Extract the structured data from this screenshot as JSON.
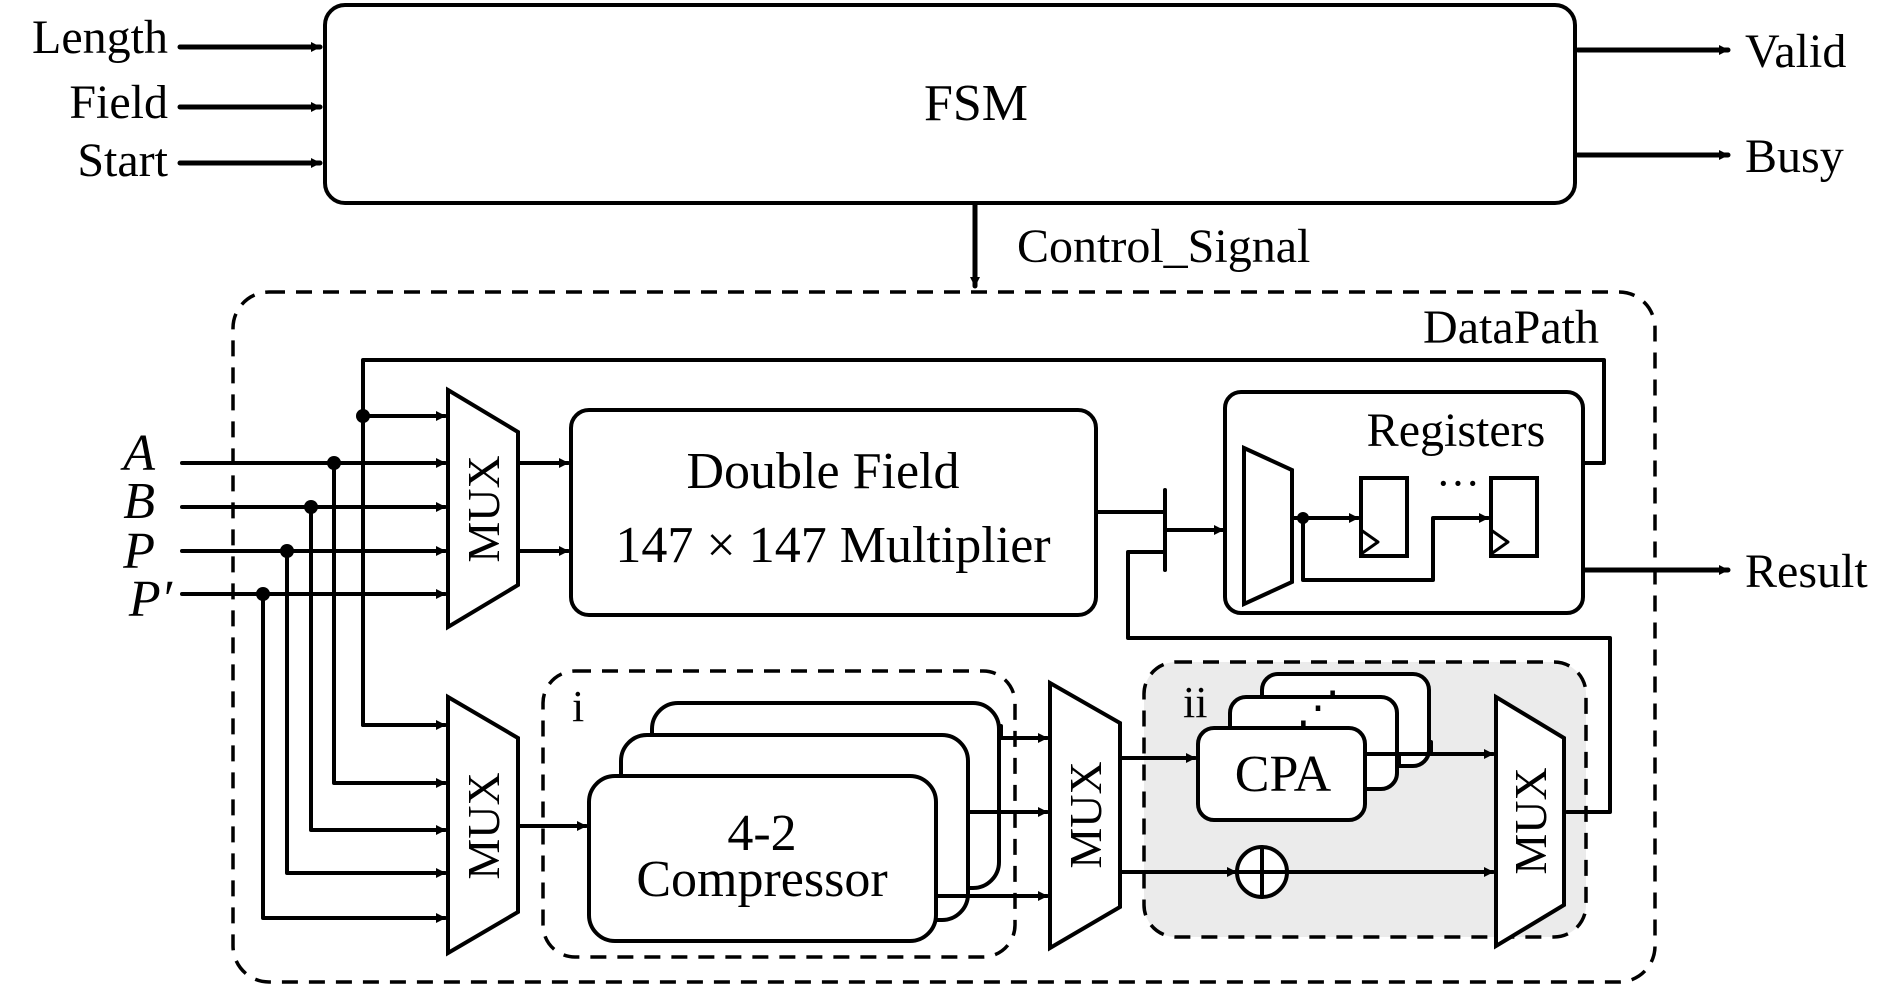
{
  "fsm": {
    "label": "FSM",
    "inputs": [
      "Length",
      "Field",
      "Start"
    ],
    "outputs": [
      "Valid",
      "Busy"
    ],
    "control_signal": "Control_Signal"
  },
  "datapath": {
    "label": "DataPath",
    "operands": [
      "A",
      "B",
      "P",
      "P′"
    ],
    "mux_label": "MUX",
    "multiplier": {
      "line1": "Double Field",
      "line2": "147 × 147 Multiplier"
    },
    "registers": {
      "label": "Registers",
      "ellipsis": "···"
    },
    "output": "Result",
    "compressor_group": {
      "tag": "i",
      "line1": "4-2",
      "line2": "Compressor"
    },
    "adder_group": {
      "tag": "ii",
      "cpa": "CPA",
      "cpa_dots": "⋰",
      "xor_symbol": "⊕"
    }
  }
}
